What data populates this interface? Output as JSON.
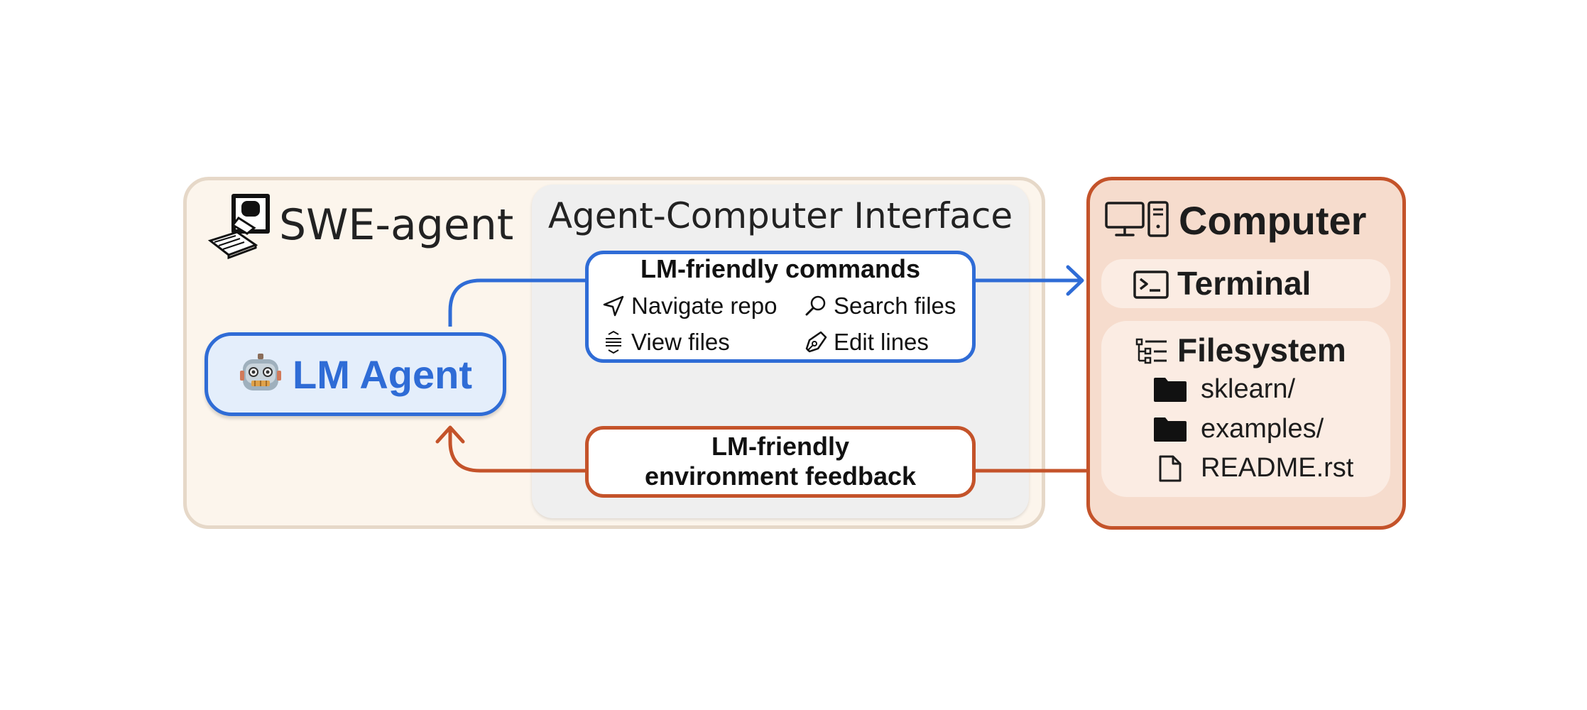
{
  "swe_agent": {
    "title": "SWE-agent"
  },
  "aci": {
    "title": "Agent-Computer Interface"
  },
  "lm_agent": {
    "label": "LM Agent"
  },
  "commands": {
    "title": "LM-friendly commands",
    "items": [
      {
        "label": "Navigate repo",
        "icon": "navigate-icon"
      },
      {
        "label": "Search files",
        "icon": "search-icon"
      },
      {
        "label": "View files",
        "icon": "view-files-icon"
      },
      {
        "label": "Edit lines",
        "icon": "edit-icon"
      }
    ]
  },
  "feedback": {
    "line1": "LM-friendly",
    "line2": "environment feedback"
  },
  "computer": {
    "title": "Computer",
    "terminal": "Terminal",
    "filesystem": "Filesystem",
    "files": [
      {
        "label": "sklearn/",
        "icon": "folder-icon"
      },
      {
        "label": "examples/",
        "icon": "folder-icon"
      },
      {
        "label": "README.rst",
        "icon": "file-icon"
      }
    ]
  },
  "colors": {
    "blue": "#2f6cd6",
    "orange": "#c4532a",
    "swe_bg": "#fcf5ec",
    "aci_bg": "#efefef",
    "computer_bg": "#f6dccd"
  }
}
